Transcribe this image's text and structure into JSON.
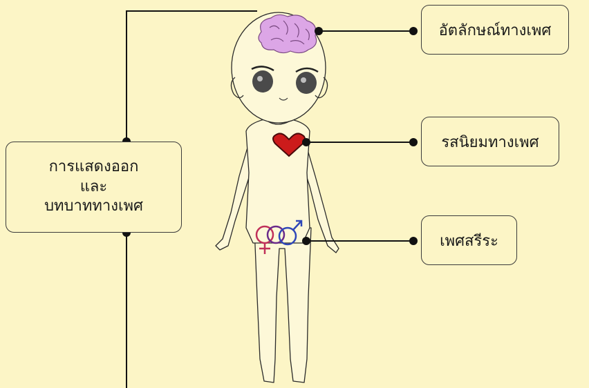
{
  "labels": {
    "gender_identity": "อัตลักษณ์ทางเพศ",
    "sexual_orientation": "รสนิยมทางเพศ",
    "biological_sex": "เพศสรีระ",
    "gender_expression_line1": "การแสดงออก",
    "gender_expression_line2": "และ",
    "gender_expression_line3": "บทบาททางเพศ"
  },
  "colors": {
    "background": "#fcf5c6",
    "brain": "#dca6e6",
    "heart": "#cc1b1b",
    "female_symbol": "#c0305a",
    "male_symbol": "#2f47b8",
    "connector": "#111111"
  },
  "icons": [
    "brain-icon",
    "heart-icon",
    "female-symbol-icon",
    "male-symbol-icon"
  ]
}
